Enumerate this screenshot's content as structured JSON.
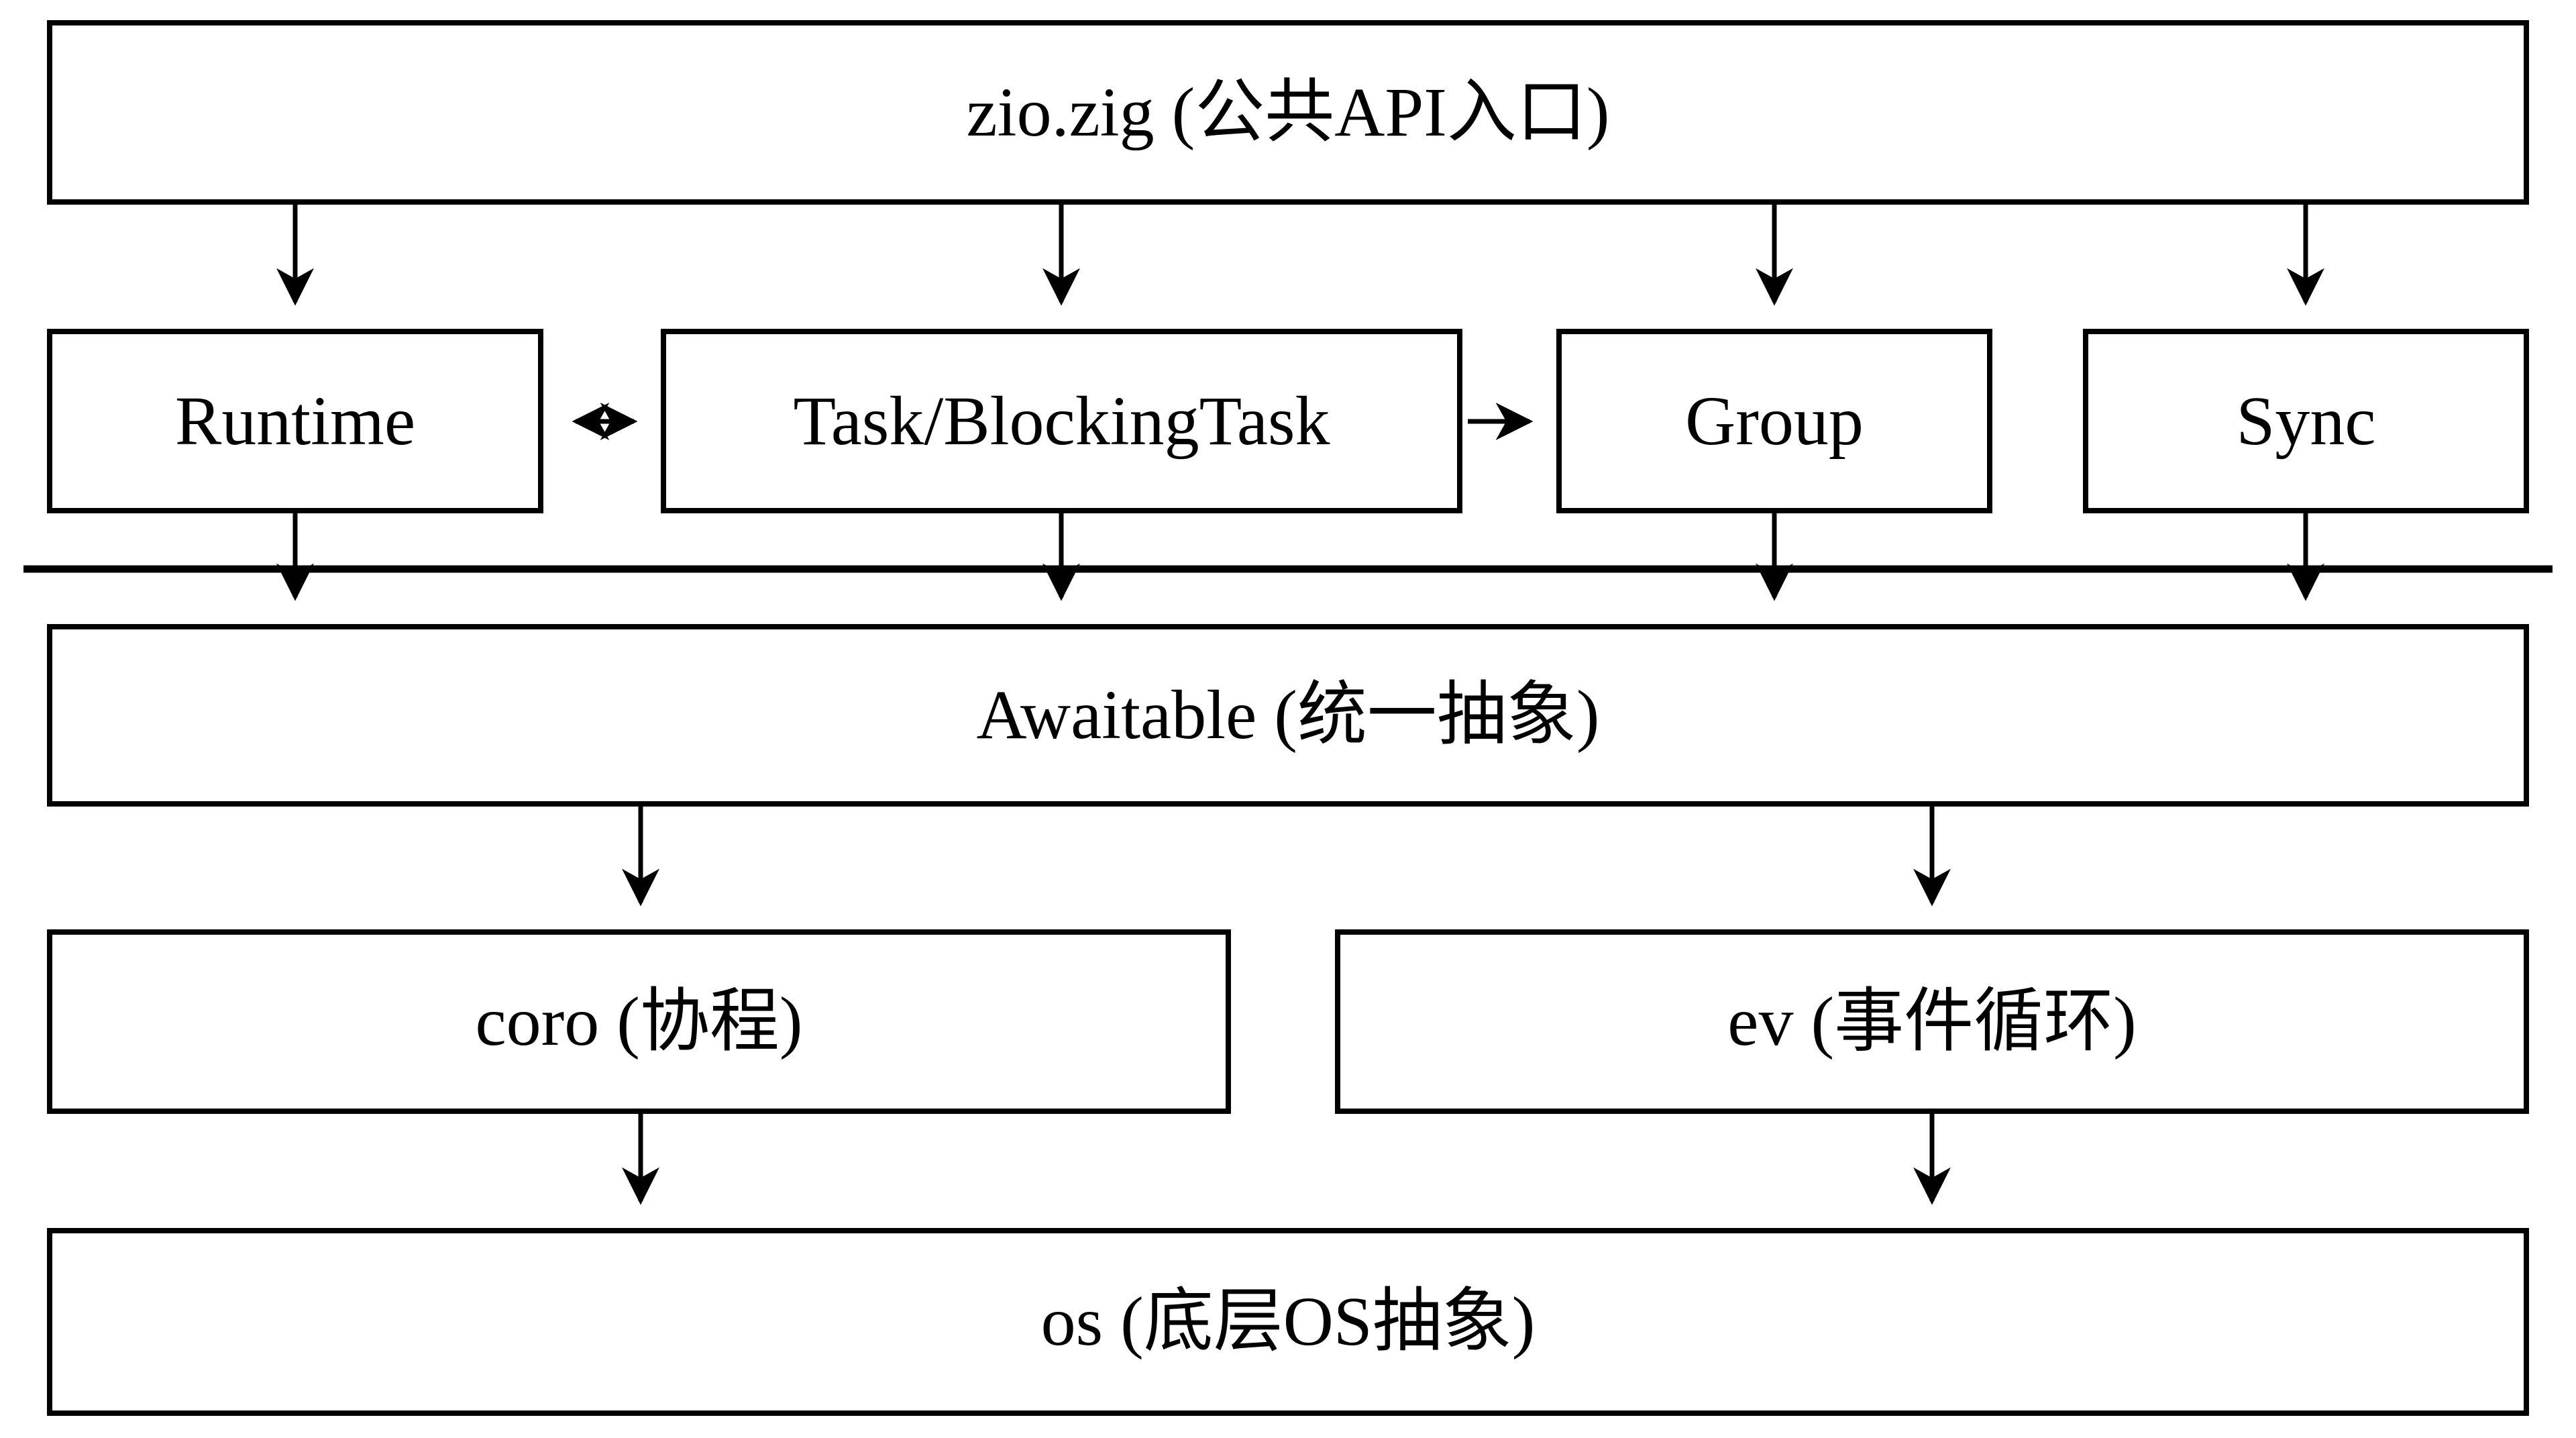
{
  "diagram": {
    "title": "zio module architecture diagram",
    "colors": {
      "ink": "#000000",
      "background": "#ffffff"
    },
    "nodes": {
      "zio": {
        "label": "zio.zig (公共API入口)"
      },
      "runtime": {
        "label": "Runtime"
      },
      "task": {
        "label": "Task/BlockingTask"
      },
      "group": {
        "label": "Group"
      },
      "sync": {
        "label": "Sync"
      },
      "awaitable": {
        "label": "Awaitable (统一抽象)"
      },
      "coro": {
        "label": "coro (协程)"
      },
      "ev": {
        "label": "ev (事件循环)"
      },
      "os": {
        "label": "os (底层OS抽象)"
      }
    },
    "edges": [
      {
        "from": "zio.zig",
        "to": "Runtime",
        "type": "arrow"
      },
      {
        "from": "zio.zig",
        "to": "Task/BlockingTask",
        "type": "arrow"
      },
      {
        "from": "zio.zig",
        "to": "Group",
        "type": "arrow"
      },
      {
        "from": "zio.zig",
        "to": "Sync",
        "type": "arrow"
      },
      {
        "from": "Runtime",
        "to": "Task/BlockingTask",
        "type": "double-arrow"
      },
      {
        "from": "Task/BlockingTask",
        "to": "Group",
        "type": "arrow"
      },
      {
        "from": "Runtime",
        "to": "Awaitable",
        "type": "arrow"
      },
      {
        "from": "Task/BlockingTask",
        "to": "Awaitable",
        "type": "arrow"
      },
      {
        "from": "Group",
        "to": "Awaitable",
        "type": "arrow"
      },
      {
        "from": "Sync",
        "to": "Awaitable",
        "type": "arrow"
      },
      {
        "from": "Awaitable",
        "to": "coro",
        "type": "arrow"
      },
      {
        "from": "Awaitable",
        "to": "ev",
        "type": "arrow"
      },
      {
        "from": "coro",
        "to": "os",
        "type": "arrow"
      },
      {
        "from": "ev",
        "to": "os",
        "type": "arrow"
      }
    ]
  }
}
